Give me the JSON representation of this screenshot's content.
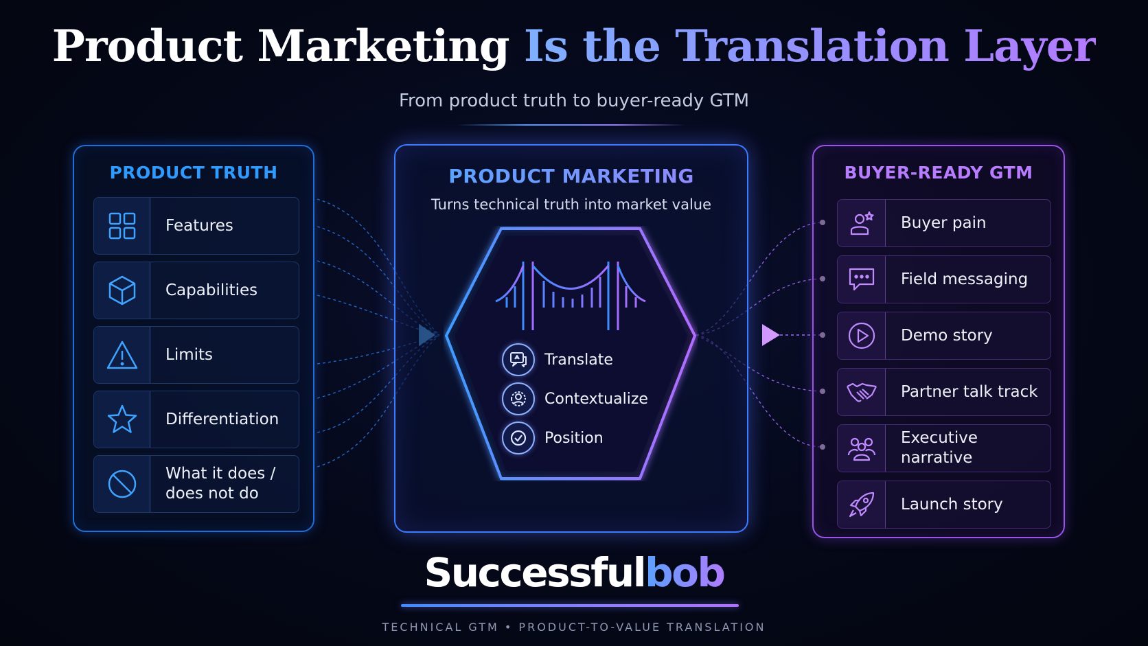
{
  "title": {
    "part1": "Product Marketing ",
    "part2": "Is the Translation Layer"
  },
  "subtitle": "From product truth to buyer-ready GTM",
  "left_panel": {
    "title": "PRODUCT TRUTH",
    "items": [
      {
        "label": "Features",
        "icon": "grid-icon"
      },
      {
        "label": "Capabilities",
        "icon": "cube-icon"
      },
      {
        "label": "Limits",
        "icon": "warning-icon"
      },
      {
        "label": "Differentiation",
        "icon": "star-icon"
      },
      {
        "label": "What it does / does not do",
        "line1": "What it does /",
        "line2": "does not do",
        "icon": "prohibited-icon"
      }
    ]
  },
  "center_panel": {
    "title": "PRODUCT MARKETING",
    "subtitle": "Turns technical truth into market value",
    "center_icon": "bridge-icon",
    "steps": [
      {
        "label": "Translate",
        "icon": "translate-icon"
      },
      {
        "label": "Contextualize",
        "icon": "contextualize-icon"
      },
      {
        "label": "Position",
        "icon": "check-circle-icon"
      }
    ]
  },
  "right_panel": {
    "title": "BUYER-READY GTM",
    "items": [
      {
        "label": "Buyer pain",
        "icon": "buyer-pain-icon"
      },
      {
        "label": "Field messaging",
        "icon": "chat-bubble-icon"
      },
      {
        "label": "Demo story",
        "icon": "play-icon"
      },
      {
        "label": "Partner talk track",
        "icon": "handshake-icon"
      },
      {
        "label": "Executive narrative",
        "icon": "group-icon"
      },
      {
        "label": "Launch story",
        "icon": "rocket-icon"
      }
    ]
  },
  "brand": {
    "part1": "Successful",
    "part2": "bob"
  },
  "tagline": "TECHNICAL GTM • PRODUCT-TO-VALUE TRANSLATION",
  "colors": {
    "blue_accent": "#2f9bff",
    "purple_accent": "#b87cff",
    "background": "#050818"
  }
}
